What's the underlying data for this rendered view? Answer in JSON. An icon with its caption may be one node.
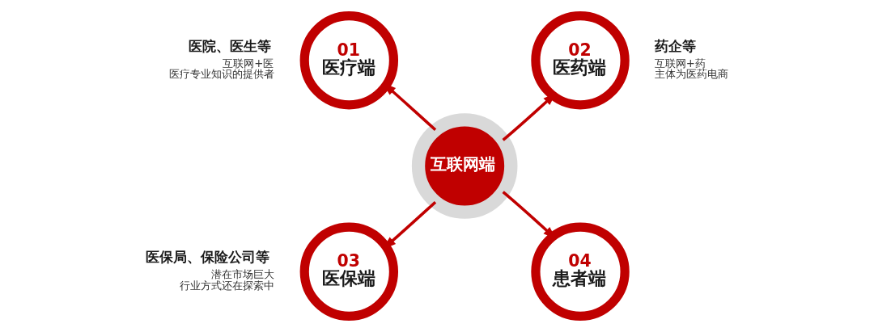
{
  "diagram": {
    "nodes": [
      {
        "text": [
          "互联网端"
        ]
      },
      {
        "text": [
          "01",
          "医疗端"
        ],
        "beside": [
          "医院、医生等",
          "互联网+医",
          "医疗专业知识的提供者"
        ]
      },
      {
        "text": [
          "02",
          "医药端"
        ],
        "beside": [
          "药企等",
          "互联网+药",
          "主体为医药电商"
        ]
      },
      {
        "text": [
          "03",
          "医保端"
        ],
        "beside": [
          "医保局、保险公司等",
          "潜在市场巨大",
          "行业方式还在探索中"
        ]
      },
      {
        "text": [
          "04",
          "患者端"
        ]
      }
    ],
    "edges": [
      {
        "from": 0,
        "to": 1,
        "arrow": "to"
      },
      {
        "from": 0,
        "to": 2,
        "arrow": "to"
      },
      {
        "from": 0,
        "to": 3,
        "arrow": "to"
      },
      {
        "from": 0,
        "to": 4,
        "arrow": "to"
      }
    ]
  }
}
